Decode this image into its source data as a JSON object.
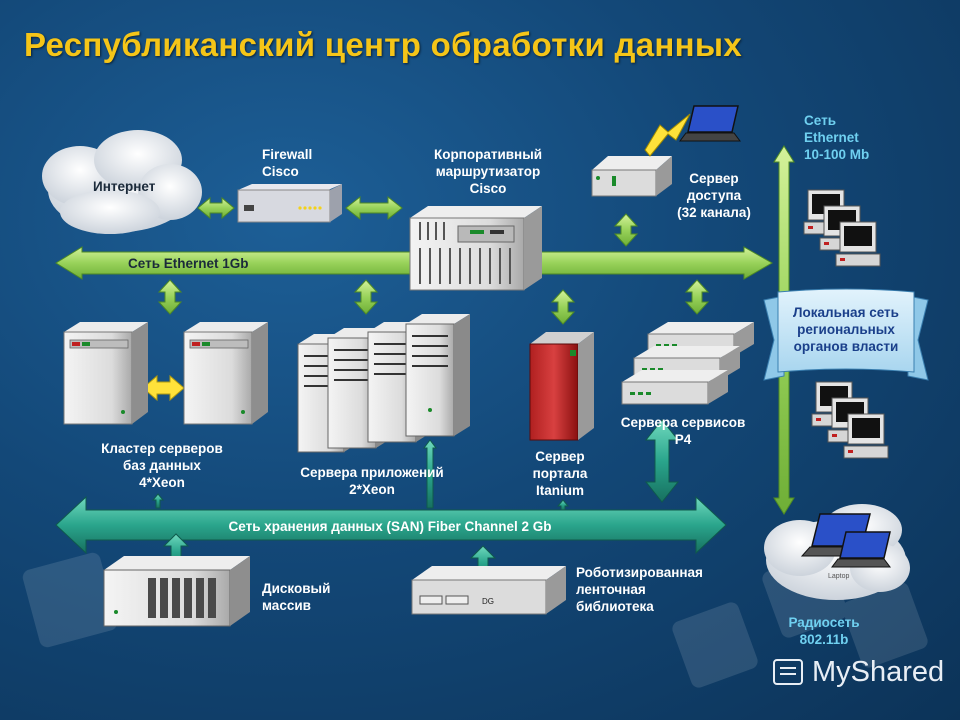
{
  "title": "Республиканский центр обработки данных",
  "labels": {
    "internet": "Интернет",
    "firewall": [
      "Firewall",
      "Cisco"
    ],
    "router": [
      "Корпоративный",
      "маршрутизатор",
      "Cisco"
    ],
    "access_server": [
      "Сервер",
      "доступа",
      "(32 канала)"
    ],
    "ethernet_small": [
      "Сеть",
      "Ethernet",
      "10-100 Mb"
    ],
    "ethernet_1gb": "Сеть Ethernet 1Gb",
    "local_network": [
      "Локальная сеть",
      "региональных",
      "органов власти"
    ],
    "db_cluster": [
      "Кластер серверов",
      "баз данных",
      "4*Xeon"
    ],
    "app_servers": [
      "Сервера приложений",
      "2*Xeon"
    ],
    "portal_server": [
      "Сервер",
      "портала",
      "Itanium"
    ],
    "service_servers": [
      "Сервера сервисов",
      "P4"
    ],
    "san": "Сеть хранения данных (SAN) Fiber Channel 2 Gb",
    "disk_array": [
      "Дисковый",
      "массив"
    ],
    "tape_library": [
      "Роботизированная",
      "ленточная",
      "библиотека"
    ],
    "radio_network": [
      "Радиосеть",
      "802.11b"
    ],
    "tape_device_text": "DG",
    "laptop_text": "Laptop"
  },
  "watermark": "MyShared",
  "colors": {
    "title": "#f5c518",
    "ethernet_bus": "#9ed85a",
    "san_bus": "#2aa58c",
    "background": "#134878",
    "local_net_banner": "#bfe4f7",
    "cyan_text": "#6fd0f0"
  }
}
